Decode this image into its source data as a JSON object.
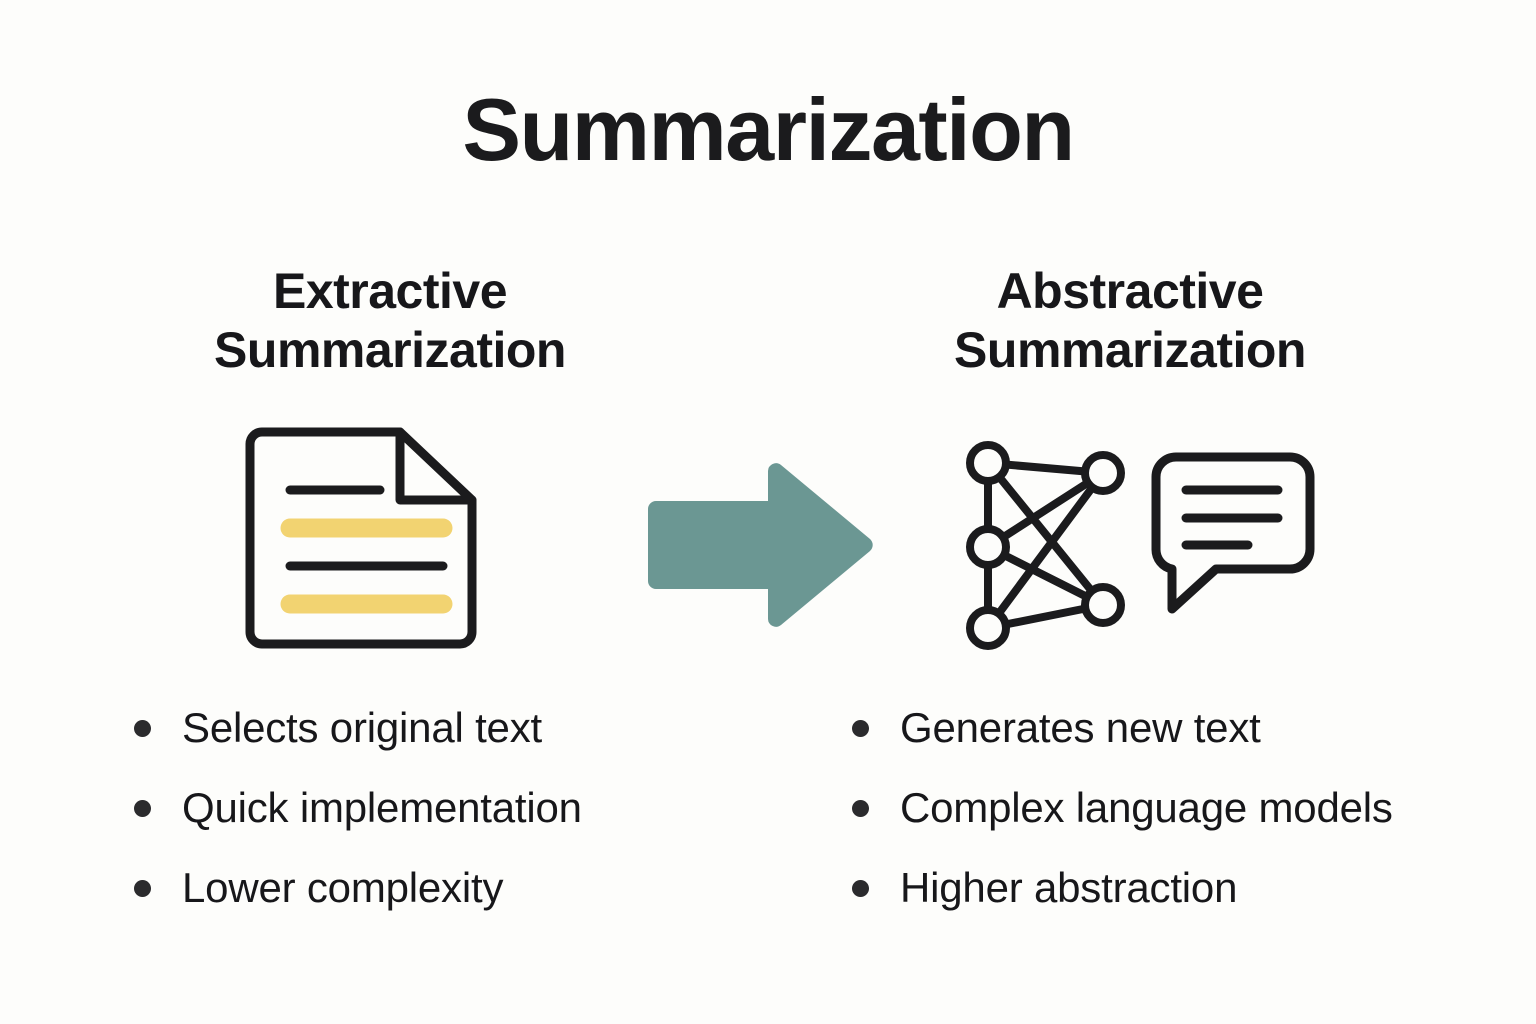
{
  "page": {
    "title": "Summarization",
    "background_color": "#fdfdfb",
    "text_color": "#17171a"
  },
  "colors": {
    "ink": "#1b1b1d",
    "highlight_yellow": "#f2d371",
    "arrow_teal": "#6b9793",
    "bullet": "#2b2b2d"
  },
  "columns": {
    "left": {
      "heading_line1": "Extractive",
      "heading_line2": "Summarization",
      "icon": "document-icon",
      "bullets": [
        "Selects original text",
        "Quick implementation",
        "Lower complexity"
      ]
    },
    "right": {
      "heading_line1": "Abstractive",
      "heading_line2": "Summarization",
      "icons": [
        "neural-network-icon",
        "speech-bubble-icon"
      ],
      "bullets": [
        "Generates new text",
        "Complex language models",
        "Higher abstraction"
      ]
    }
  },
  "connector": {
    "icon": "right-arrow-icon",
    "direction": "left-to-right",
    "color": "#6b9793"
  },
  "icon_details": {
    "document": {
      "name": "document-icon",
      "folded_corner": "top-right",
      "lines": [
        {
          "style": "dark",
          "width": "short"
        },
        {
          "style": "highlight",
          "width": "full"
        },
        {
          "style": "dark",
          "width": "full"
        },
        {
          "style": "highlight",
          "width": "full"
        }
      ]
    },
    "neural_network": {
      "name": "neural-network-icon",
      "left_nodes": 3,
      "right_nodes": 2,
      "edges": 8
    },
    "speech_bubble": {
      "name": "speech-bubble-icon",
      "tail": "bottom-left",
      "lines": 3
    }
  }
}
